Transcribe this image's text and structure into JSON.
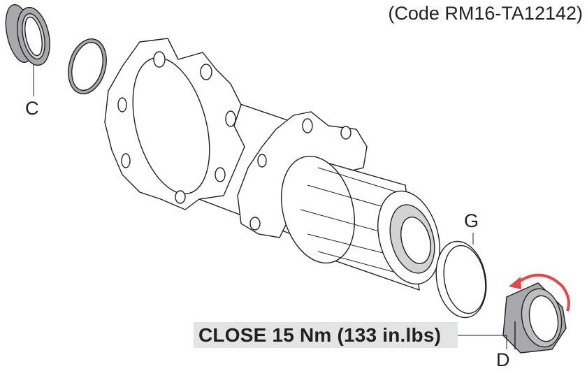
{
  "part_code": "(Code RM16-TA12142)",
  "labels": {
    "c": "C",
    "g": "G",
    "d": "D"
  },
  "torque_instruction": "CLOSE 15 Nm (133 in.lbs)",
  "colors": {
    "part_fill": "#a7a9ac",
    "arrow": "#e2474b",
    "banner": "#e2e4e6"
  }
}
